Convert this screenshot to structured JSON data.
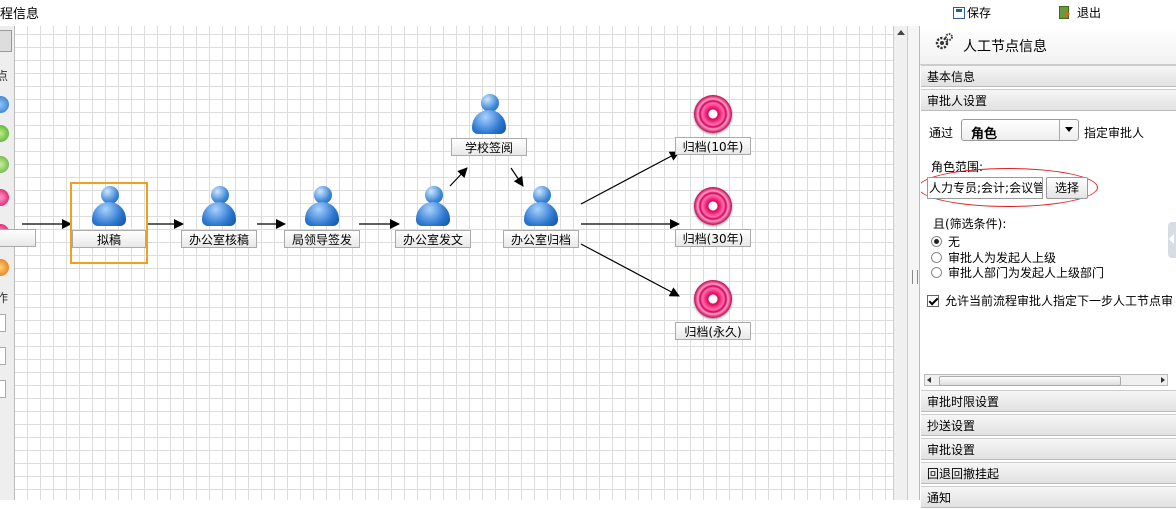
{
  "top": {
    "title": "程信息",
    "save_label": "保存",
    "exit_label": "退出"
  },
  "palette": {
    "label_top": "点",
    "label_mid": "作"
  },
  "flow": {
    "nodes": {
      "draft": "拟稿",
      "office_review": "办公室核稿",
      "bureau_sign": "局领导签发",
      "office_issue": "办公室发文",
      "school_read": "学校签阅",
      "office_archive": "办公室归档",
      "archive_10": "归档(10年)",
      "archive_30": "归档(30年)",
      "archive_perm": "归档(永久)"
    }
  },
  "panel": {
    "title": "人工节点信息",
    "sections": {
      "basic": "基本信息",
      "approver": "审批人设置",
      "time_limit": "审批时限设置",
      "cc": "抄送设置",
      "approval": "审批设置",
      "withdraw": "回退回撤挂起",
      "notify": "通知"
    },
    "approver": {
      "pass_label": "通过",
      "mode_value": "角色",
      "assign_label": "指定审批人",
      "role_scope_label": "角色范围:",
      "role_scope_value": "人力专员;会计;会议管",
      "choose_label": "选择",
      "filter_label": "且(筛选条件):",
      "options": [
        "无",
        "审批人为发起人上级",
        "审批人部门为发起人上级部门"
      ],
      "selected_option": "无",
      "allow_label": "允许当前流程审批人指定下一步人工节点审",
      "allow_checked": true
    }
  }
}
